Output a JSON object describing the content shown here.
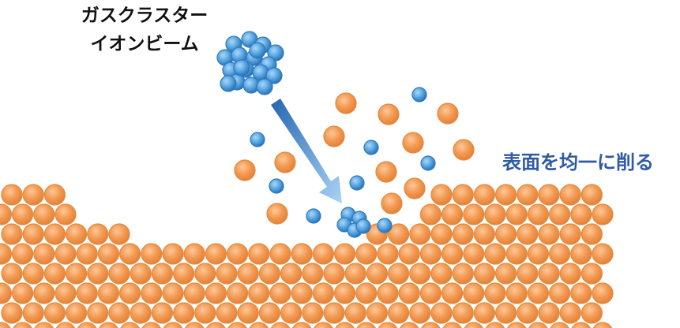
{
  "labels": {
    "beam_line_1": "ガスクラスター",
    "beam_line_2": "イオンビーム",
    "result": "表面を均一に削る"
  },
  "colors": {
    "surface_atom": "#f29b56",
    "surface_atom_rim": "#e48a3c",
    "cluster_atom": "#5aa6e0",
    "cluster_atom_rim": "#2f79be",
    "arrow_start": "#2466b0",
    "arrow_end": "#a9d4f5",
    "result_text": "#2e5aa6"
  },
  "icons": {
    "cluster": "gas-cluster-ion-icon",
    "arrow": "beam-direction-arrow-icon"
  }
}
